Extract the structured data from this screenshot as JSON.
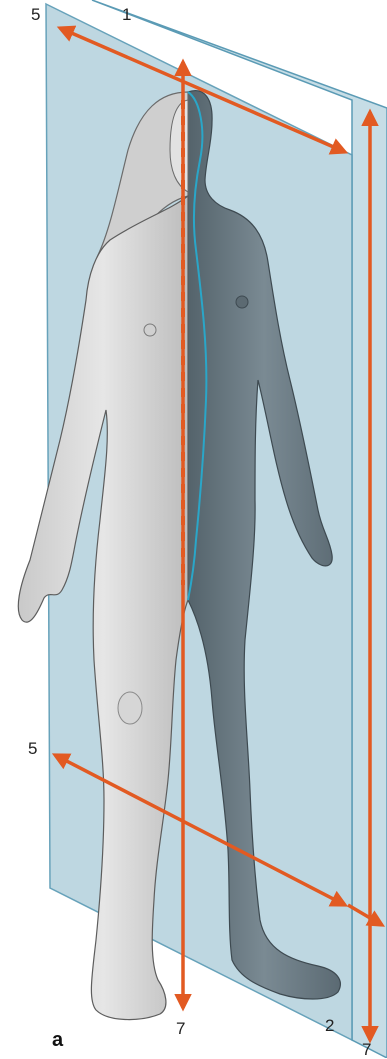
{
  "labels": {
    "top_left_5": "5",
    "top_1": "1",
    "mid_left_5": "5",
    "bottom_7_front": "7",
    "bottom_2": "2",
    "bottom_7_right": "7",
    "figure_letter": "a"
  },
  "colors": {
    "plane_fill": "#b9d4df",
    "plane_edge": "#5b9bb5",
    "arrow": "#e25a22",
    "skin_light": "#d9d9d9",
    "skin_dark": "#6f7d86",
    "midline": "#2aa6c8"
  }
}
